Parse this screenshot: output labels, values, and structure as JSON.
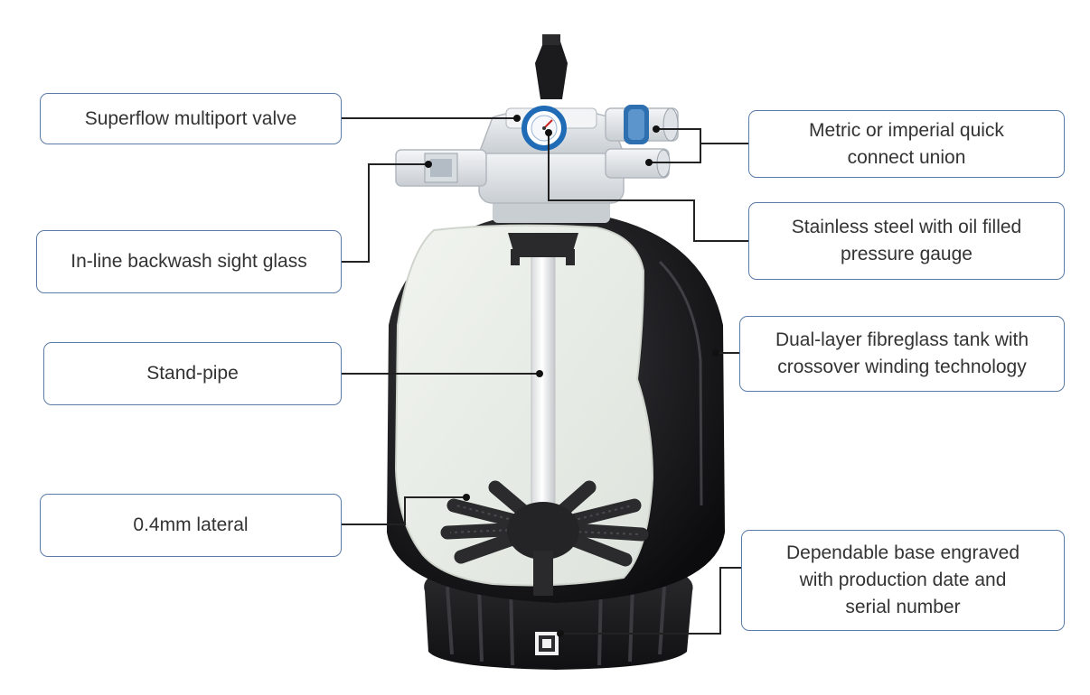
{
  "diagram": {
    "colors": {
      "callout_border": "#5b7ba6",
      "tank_shell": "#1d1d1f",
      "tank_interior": "#e9ede7",
      "valve_body": "#e8ebee",
      "gauge_blue": "#1f6bb5",
      "leader_line": "#222222"
    },
    "callouts": [
      {
        "id": "multiport-valve",
        "lines": [
          "Superflow multiport valve"
        ]
      },
      {
        "id": "quick-connect-union",
        "lines": [
          "Metric or imperial quick",
          "connect union"
        ]
      },
      {
        "id": "sight-glass",
        "lines": [
          "In-line backwash sight glass"
        ]
      },
      {
        "id": "pressure-gauge",
        "lines": [
          "Stainless steel with oil filled",
          "pressure gauge"
        ]
      },
      {
        "id": "fibreglass-tank",
        "lines": [
          "Dual-layer fibreglass tank with",
          "crossover winding technology"
        ]
      },
      {
        "id": "stand-pipe",
        "lines": [
          "Stand-pipe"
        ]
      },
      {
        "id": "lateral",
        "lines": [
          "0.4mm lateral"
        ]
      },
      {
        "id": "base",
        "lines": [
          "Dependable base engraved",
          "with production date and",
          "serial number"
        ]
      }
    ]
  }
}
